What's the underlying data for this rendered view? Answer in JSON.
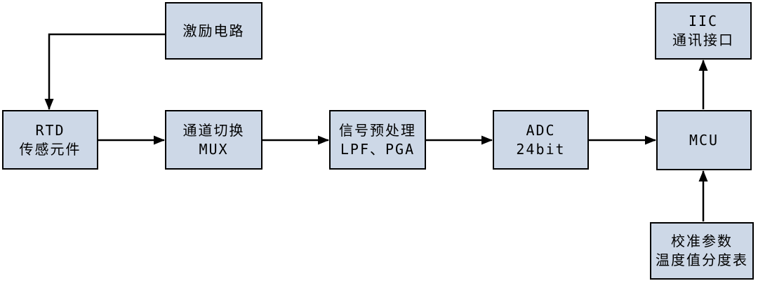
{
  "diagram": {
    "colors": {
      "background": "#ffffff",
      "box_fill": "#cdd8e7",
      "box_border": "#000000",
      "arrow": "#000000",
      "text": "#000000"
    },
    "blocks": {
      "excitation": {
        "line1": "激励电路"
      },
      "rtd": {
        "line1": "RTD",
        "line2": "传感元件"
      },
      "mux": {
        "line1": "通道切换",
        "line2": "MUX"
      },
      "preprocess": {
        "line1": "信号预处理",
        "line2": "LPF、PGA"
      },
      "adc": {
        "line1": "ADC",
        "line2": "24bit"
      },
      "mcu": {
        "line1": "MCU"
      },
      "iic": {
        "line1": "IIC",
        "line2": "通讯接口"
      },
      "calibration": {
        "line1": "校准参数",
        "line2": "温度值分度表"
      }
    },
    "connections": [
      {
        "from": "excitation",
        "to": "rtd",
        "style": "elbow-left-then-down"
      },
      {
        "from": "rtd",
        "to": "mux",
        "style": "horizontal"
      },
      {
        "from": "mux",
        "to": "preprocess",
        "style": "horizontal"
      },
      {
        "from": "preprocess",
        "to": "adc",
        "style": "horizontal"
      },
      {
        "from": "adc",
        "to": "mcu",
        "style": "horizontal"
      },
      {
        "from": "mcu",
        "to": "iic",
        "style": "vertical-up"
      },
      {
        "from": "calibration",
        "to": "mcu",
        "style": "vertical-up"
      }
    ]
  }
}
